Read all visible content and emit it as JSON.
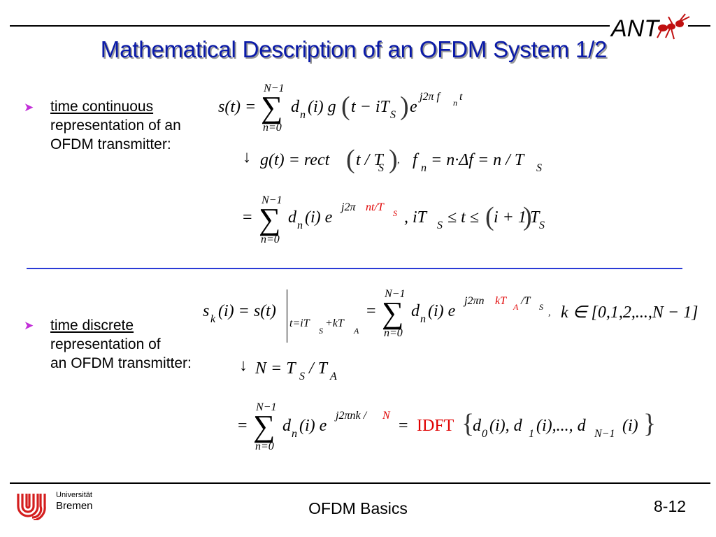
{
  "header": {
    "title": "Mathematical Description of an OFDM System 1/2",
    "logo_text": "ANT",
    "colors": {
      "title": "#0a1aa8",
      "bullet": "#c22ed8",
      "separator": "#2a3bd6",
      "highlight": "#e00000"
    }
  },
  "bullets": [
    {
      "icon": "arrow-bullet-icon",
      "line1": "time continuous",
      "line2": "representation of an",
      "line3": "OFDM transmitter:"
    },
    {
      "icon": "arrow-bullet-icon",
      "line1": "time discrete",
      "line2": "representation of",
      "line3": "an OFDM transmitter:"
    }
  ],
  "math": {
    "sum_upper": "N−1",
    "sum_lower": "n=0",
    "eq1_lhs": "s(t) =",
    "eq1_dn": "d",
    "eq1_sub_n": "n",
    "eq1_i": "(i) g",
    "eq1_arg": "t − iT",
    "eq1_sub_S": "S",
    "eq1_e": "e",
    "eq1_exp": "j2π f",
    "eq1_exp_sub": "n",
    "eq1_exp_t": "t",
    "eq2_arrow": "↓",
    "eq2_g": "g(t) = rect",
    "eq2_arg": "t / T",
    "eq2_sub": "S",
    "eq2_comma": ",",
    "eq2_fn": "f",
    "eq2_fn_sub": "n",
    "eq2_rhs": "= n·Δf = n / T",
    "eq2_rhs_sub": "S",
    "eq3_eq": "=",
    "eq3_d": "d",
    "eq3_sub": "n",
    "eq3_i": "(i) e",
    "eq3_exp": "j2π",
    "eq3_exp_red": "nt/T",
    "eq3_exp_red_sub": "S",
    "eq3_cond": ",  iT",
    "eq3_cond_sub": "S",
    "eq3_cond2": "≤ t ≤",
    "eq3_cond_paren": "i + 1",
    "eq3_cond_T": "T",
    "eq3_cond_T_sub": "S",
    "eq4_sk": "s",
    "eq4_sk_sub": "k",
    "eq4_lhs": "(i) = s(t)",
    "eq4_eval": "t=iT",
    "eq4_eval_sub": "S",
    "eq4_eval2": "+kT",
    "eq4_eval2_sub": "A",
    "eq4_eq": "=",
    "eq4_d": "d",
    "eq4_sub": "n",
    "eq4_i": "(i) e",
    "eq4_exp1": "j2πn",
    "eq4_exp_red": "kT",
    "eq4_exp_red_sub": "A",
    "eq4_exp2": "/T",
    "eq4_exp2_sub": "S",
    "eq4_range": "k ∈ [0,1,2,...,N − 1]",
    "eq5_arrow": "↓",
    "eq5_text": "N = T",
    "eq5_sub1": "S",
    "eq5_text2": "/ T",
    "eq5_sub2": "A",
    "eq6_eq": "=",
    "eq6_d": "d",
    "eq6_sub": "n",
    "eq6_i": "(i) e",
    "eq6_exp": "j2πnk /",
    "eq6_exp_red": "N",
    "eq6_eq2": "=",
    "eq6_idft": "IDFT",
    "eq6_args1": "d",
    "eq6_args1_sub": "0",
    "eq6_args2": "(i), d",
    "eq6_args2_sub": "1",
    "eq6_args3": "(i),..., d",
    "eq6_args3_sub": "N−1",
    "eq6_args4": "(i)"
  },
  "footer": {
    "center": "OFDM Basics",
    "page": "8-12",
    "uni_line1": "Universität",
    "uni_line2": "Bremen"
  }
}
